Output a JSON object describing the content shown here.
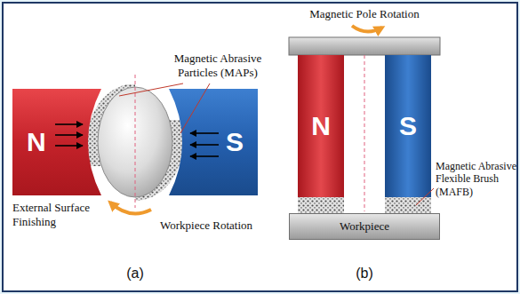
{
  "diagram": {
    "nodes": [
      {
        "text": [
          "N"
        ]
      },
      {
        "text": [
          "S"
        ]
      },
      {
        "text": [
          "N"
        ]
      },
      {
        "text": [
          "S"
        ]
      },
      {
        "text": [
          "Workpiece"
        ]
      }
    ],
    "labels": [
      "Magnetic Abrasive Particles (MAPs)",
      "External Surface Finishing",
      "Workpiece Rotation",
      "(a)",
      "Magnetic Pole Rotation",
      "Magnetic Abrasive Flexible Brush (MAFB)",
      "(b)"
    ]
  }
}
